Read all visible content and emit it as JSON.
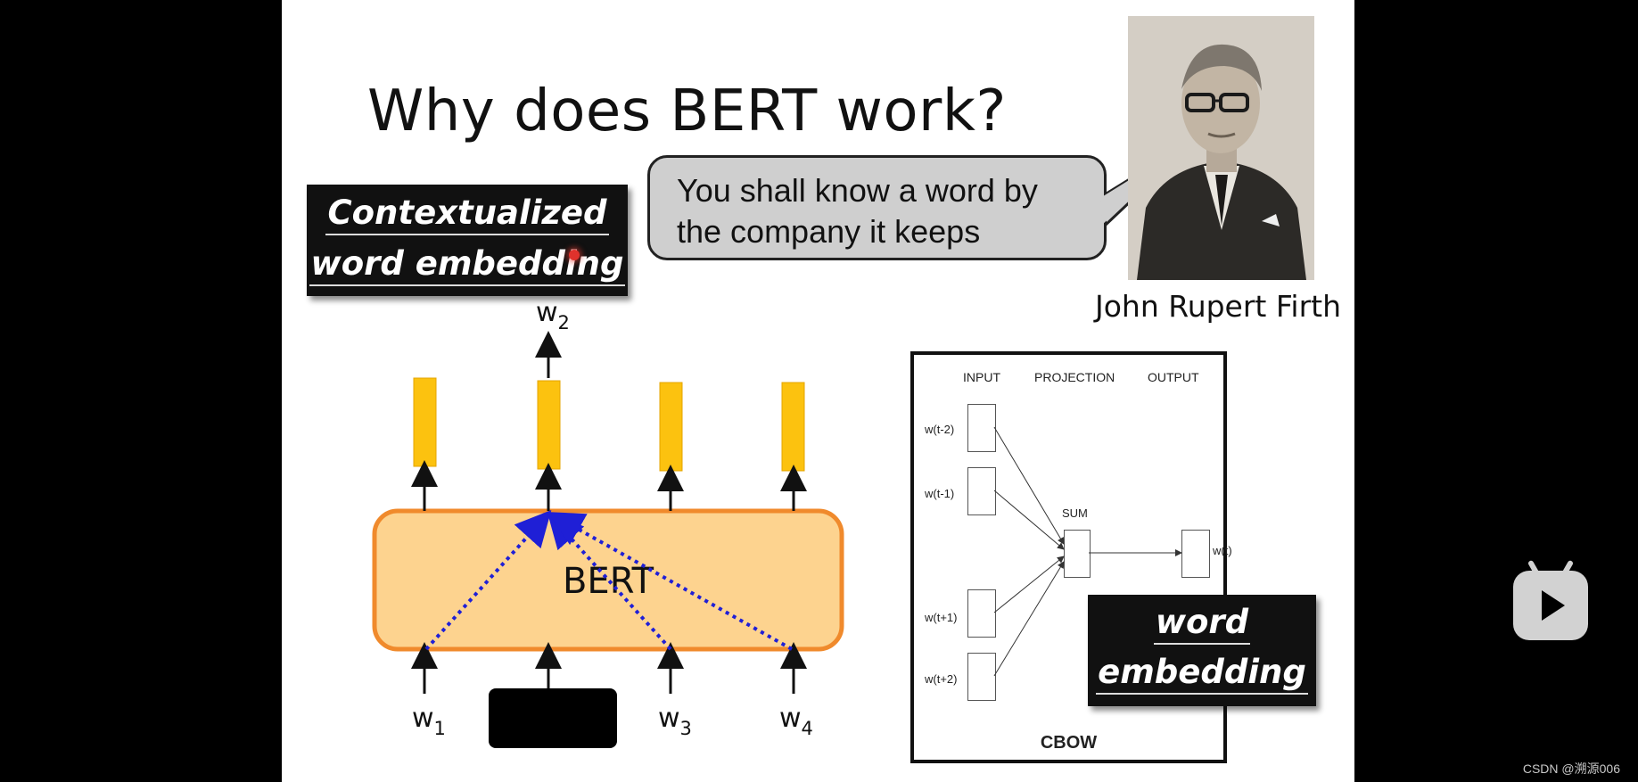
{
  "slide": {
    "title": "Why does BERT work?",
    "contextual_label": [
      "Contextualized",
      "word embedding"
    ],
    "quote": [
      "You shall know a word by",
      "the company it keeps"
    ],
    "person_name": "John Rupert Firth",
    "bert_label": "BERT",
    "inputs": [
      {
        "base": "w",
        "sub": "1"
      },
      {
        "base": "w",
        "sub": "3"
      },
      {
        "base": "w",
        "sub": "4"
      }
    ],
    "output": {
      "base": "w",
      "sub": "2"
    },
    "cbow": {
      "headers": [
        "INPUT",
        "PROJECTION",
        "OUTPUT"
      ],
      "inputs": [
        "w(t-2)",
        "w(t-1)",
        "w(t+1)",
        "w(t+2)"
      ],
      "sum_label": "SUM",
      "output_label": "w(t)",
      "caption": "CBOW"
    },
    "word_label": [
      "word",
      "embedding"
    ]
  },
  "overlay": {
    "play_icon": "bilibili-play-icon",
    "watermark": "CSDN @溯源006"
  },
  "colors": {
    "bert_fill": "#fdd38f",
    "bert_border": "#f08a2c",
    "vector_fill": "#fcc20f",
    "attention_lines": "#1f1fd6"
  }
}
